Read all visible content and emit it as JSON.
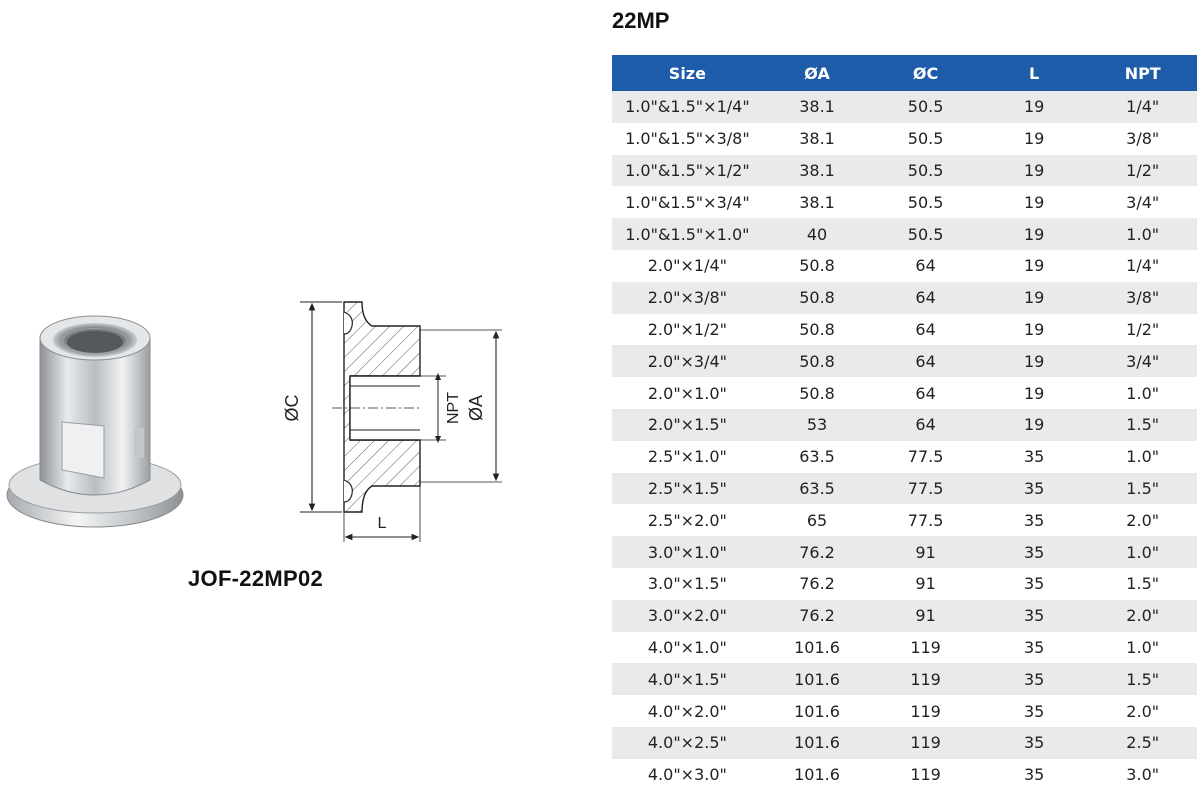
{
  "product": {
    "model": "JOF-22MP02",
    "photo_icon": "clamp-ferrule-photo"
  },
  "drawing": {
    "labels": {
      "oc": "ØC",
      "npt": "NPT",
      "oa": "ØA",
      "l": "L"
    }
  },
  "table": {
    "title": "22MP",
    "headers": [
      "Size",
      "ØA",
      "ØC",
      "L",
      "NPT"
    ],
    "header_color": "#1e5ba9",
    "rows": [
      [
        "1.0\"&1.5\"×1/4\"",
        "38.1",
        "50.5",
        "19",
        "1/4\""
      ],
      [
        "1.0\"&1.5\"×3/8\"",
        "38.1",
        "50.5",
        "19",
        "3/8\""
      ],
      [
        "1.0\"&1.5\"×1/2\"",
        "38.1",
        "50.5",
        "19",
        "1/2\""
      ],
      [
        "1.0\"&1.5\"×3/4\"",
        "38.1",
        "50.5",
        "19",
        "3/4\""
      ],
      [
        "1.0\"&1.5\"×1.0\"",
        "40",
        "50.5",
        "19",
        "1.0\""
      ],
      [
        "2.0\"×1/4\"",
        "50.8",
        "64",
        "19",
        "1/4\""
      ],
      [
        "2.0\"×3/8\"",
        "50.8",
        "64",
        "19",
        "3/8\""
      ],
      [
        "2.0\"×1/2\"",
        "50.8",
        "64",
        "19",
        "1/2\""
      ],
      [
        "2.0\"×3/4\"",
        "50.8",
        "64",
        "19",
        "3/4\""
      ],
      [
        "2.0\"×1.0\"",
        "50.8",
        "64",
        "19",
        "1.0\""
      ],
      [
        "2.0\"×1.5\"",
        "53",
        "64",
        "19",
        "1.5\""
      ],
      [
        "2.5\"×1.0\"",
        "63.5",
        "77.5",
        "35",
        "1.0\""
      ],
      [
        "2.5\"×1.5\"",
        "63.5",
        "77.5",
        "35",
        "1.5\""
      ],
      [
        "2.5\"×2.0\"",
        "65",
        "77.5",
        "35",
        "2.0\""
      ],
      [
        "3.0\"×1.0\"",
        "76.2",
        "91",
        "35",
        "1.0\""
      ],
      [
        "3.0\"×1.5\"",
        "76.2",
        "91",
        "35",
        "1.5\""
      ],
      [
        "3.0\"×2.0\"",
        "76.2",
        "91",
        "35",
        "2.0\""
      ],
      [
        "4.0\"×1.0\"",
        "101.6",
        "119",
        "35",
        "1.0\""
      ],
      [
        "4.0\"×1.5\"",
        "101.6",
        "119",
        "35",
        "1.5\""
      ],
      [
        "4.0\"×2.0\"",
        "101.6",
        "119",
        "35",
        "2.0\""
      ],
      [
        "4.0\"×2.5\"",
        "101.6",
        "119",
        "35",
        "2.5\""
      ],
      [
        "4.0\"×3.0\"",
        "101.6",
        "119",
        "35",
        "3.0\""
      ]
    ]
  }
}
